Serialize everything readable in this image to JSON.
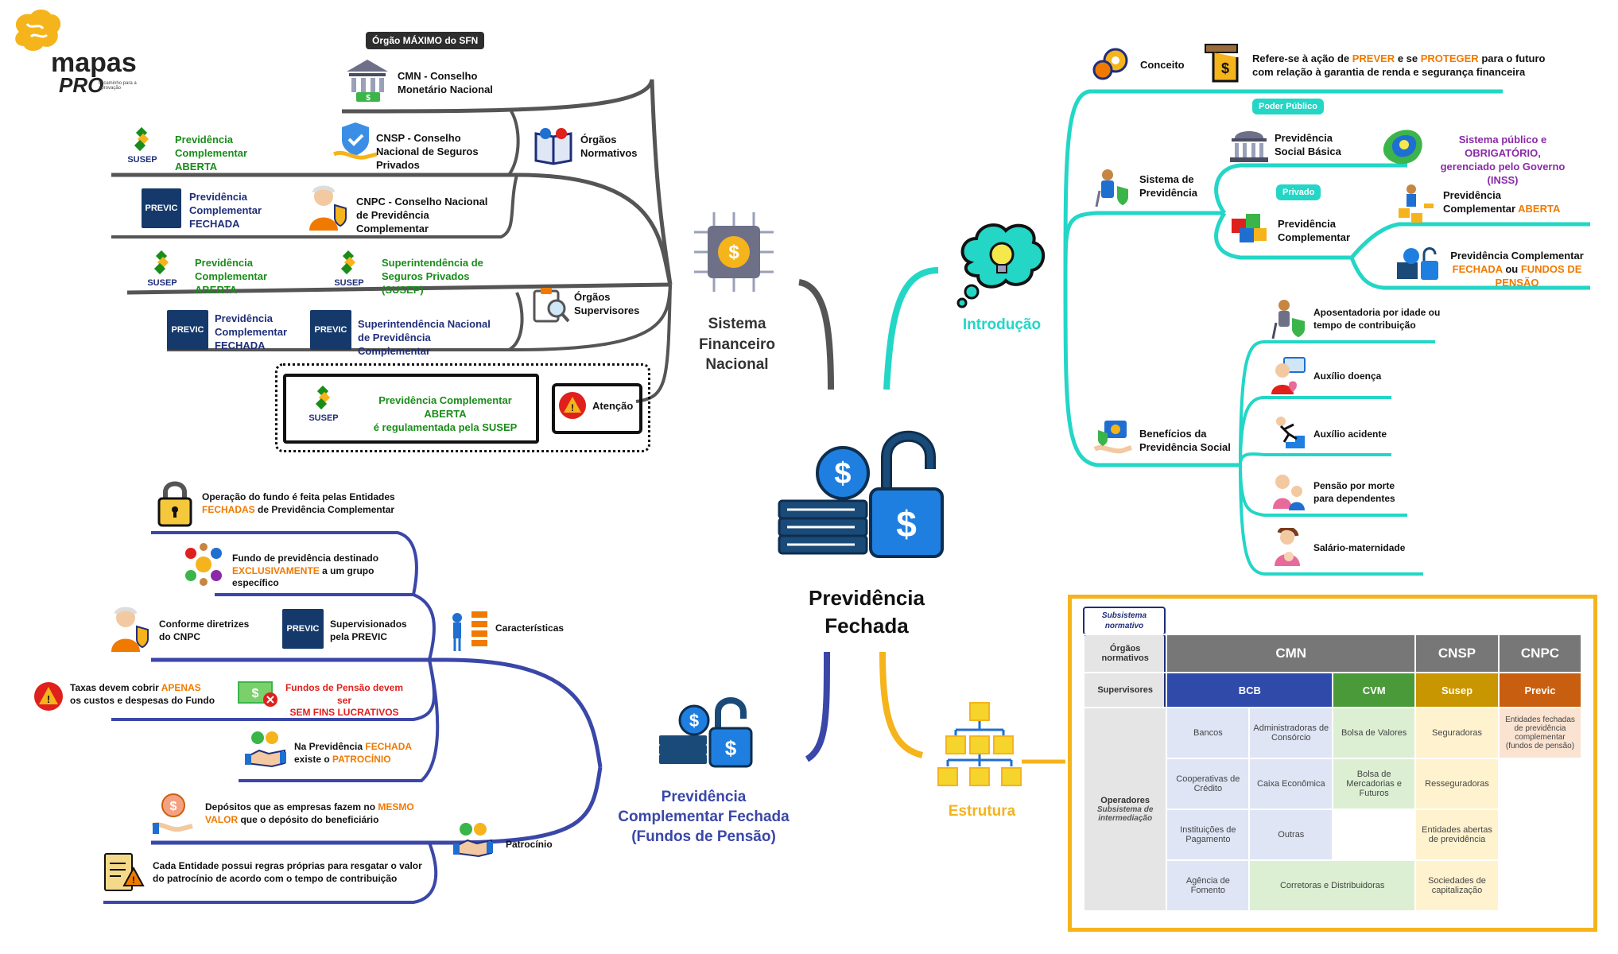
{
  "logo": {
    "line1": "mapas",
    "line2": "PRO",
    "tagline": "O caminho para a aprovação"
  },
  "colors": {
    "cyan": "#23d6c6",
    "navy": "#3a47a8",
    "gray": "#555555",
    "gold": "#f5b41b",
    "black": "#111111"
  },
  "center": {
    "title_line1": "Previdência",
    "title_line2": "Fechada",
    "icon": "money-lock-icon"
  },
  "sfn": {
    "title": "Sistema Financeiro Nacional",
    "maximo_pill": "Órgão MÁXIMO do SFN",
    "cmn": "CMN - Conselho Monetário Nacional",
    "normativos": "Órgãos Normativos",
    "cnsp": "CNSP - Conselho Nacional de Seguros Privados",
    "cnpc": "CNPC - Conselho Nacional de Previdência Complementar",
    "supervisores": "Órgãos Supervisores",
    "susep_full": "Superintendência de Seguros Privados (SUSEP)",
    "previc_full": "Superintendência Nacional de Previdência Complementar",
    "aberta": "Previdência Complementar ABERTA",
    "fechada": "Previdência Complementar FECHADA",
    "susep_logo": "SUSEP",
    "previc_logo": "PREVIC",
    "atencao": "Atenção",
    "atencao_text_1": "Previdência Complementar ",
    "atencao_text_bold": "ABERTA",
    "atencao_text_2": "é regulamentada pela SUSEP"
  },
  "intro": {
    "title": "Introdução",
    "conceito": "Conceito",
    "conceito_text_1": "Refere-se à ação de ",
    "conceito_prever": "PREVER",
    "conceito_text_2": " e se ",
    "conceito_proteger": "PROTEGER",
    "conceito_text_3": " para o futuro",
    "conceito_text_4": "com relação à garantia de renda e segurança financeira",
    "sistema": "Sistema de Previdência",
    "poder_publico": "Poder Público",
    "social_basica": "Previdência Social Básica",
    "inss_1": "Sistema público e ",
    "inss_bold": "OBRIGATÓRIO",
    "inss_2": "gerenciado pelo Governo (INSS)",
    "privado": "Privado",
    "complementar": "Previdência Complementar",
    "pc_aberta_1": "Previdência Complementar ",
    "pc_aberta_bold": "ABERTA",
    "pc_fechada_1": "Previdência Complementar",
    "pc_fechada_bold1": "FECHADA",
    "pc_fechada_mid": " ou ",
    "pc_fechada_bold2": "FUNDOS DE PENSÃO",
    "beneficios": "Benefícios da Previdência Social",
    "ben_items": [
      "Aposentadoria por idade ou tempo de contribuição",
      "Auxílio doença",
      "Auxílio acidente",
      "Pensão por morte para dependentes",
      "Salário-maternidade"
    ]
  },
  "estrutura": {
    "title": "Estrutura",
    "subsistema": "Subsistema normativo",
    "orgaos": "Órgãos normativos",
    "supervisores": "Supervisores",
    "operadores": "Operadores",
    "operadores_sub": "Subsistema de intermediação",
    "headers": [
      "CMN",
      "CNSP",
      "CNPC"
    ],
    "sup": [
      "BCB",
      "CVM",
      "Susep",
      "Previc"
    ],
    "rows": [
      [
        "Bancos",
        "Administradoras de Consórcio",
        "Bolsa de Valores",
        "Seguradoras",
        "Entidades fechadas de previdência complementar (fundos de pensão)"
      ],
      [
        "Cooperativas de Crédito",
        "Caixa Econômica",
        "Bolsa de Mercadorias e Futuros",
        "Resseguradoras",
        ""
      ],
      [
        "Instituições de Pagamento",
        "Outras",
        "",
        "Entidades abertas de previdência",
        ""
      ],
      [
        "Agência de Fomento",
        "Corretoras e Distribuidoras",
        "",
        "Sociedades de capitalização",
        ""
      ]
    ]
  },
  "pcf": {
    "title_1": "Previdência",
    "title_2": "Complementar Fechada",
    "title_3": "(Fundos de Pensão)",
    "lock_text_1": "Operação do fundo é feita pelas Entidades",
    "lock_bold": "FECHADAS",
    "lock_text_2": " de Previdência Complementar",
    "fundo_1": "Fundo de previdência destinado",
    "fundo_bold": "EXCLUSIVAMENTE",
    "fundo_2": " a um grupo específico",
    "cnpc_text": "Conforme diretrizes do CNPC",
    "previc_text": "Supervisionados pela PREVIC",
    "caracteristicas": "Características",
    "taxas_1": "Taxas devem cobrir ",
    "taxas_bold": "APENAS",
    "taxas_2": "os custos e despesas do Fundo",
    "fundos_1": "Fundos de Pensão devem ser",
    "fundos_2": "SEM FINS LUCRATIVOS",
    "patro_1": "Na Previdência ",
    "patro_bold1": "FECHADA",
    "patro_2": "existe o ",
    "patro_bold2": "PATROCÍNIO",
    "dep_1": "Depósitos que as empresas fazem no ",
    "dep_bold1": "MESMO",
    "dep_bold2": "VALOR",
    "dep_2": " que o depósito do beneficiário",
    "patrocinio": "Patrocínio",
    "regras_1": "Cada Entidade possui regras próprias para resgatar o valor",
    "regras_2": "do patrocínio de acordo com o tempo de contribuição"
  }
}
